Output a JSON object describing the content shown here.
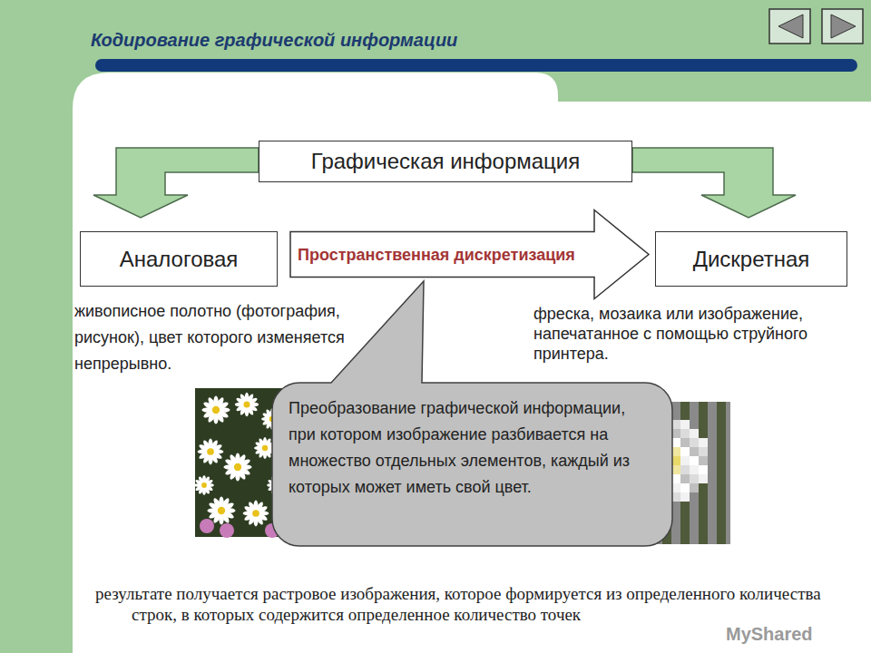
{
  "diagram": {
    "title": "Кодирование графической информации",
    "nodes": [
      {
        "text": [
          "Графическая информация"
        ]
      },
      {
        "text": [
          "Аналоговая"
        ]
      },
      {
        "text": [
          "Дискретная"
        ]
      },
      {
        "text": [
          "Преобразование графической информации, при котором изображение разбивается на множество отдельных элементов, каждый из которых может иметь свой цвет."
        ]
      }
    ],
    "edges": [
      {
        "from": 0,
        "to": 1,
        "arrow": "to"
      },
      {
        "from": 0,
        "to": 2,
        "arrow": "to"
      },
      {
        "from": 1,
        "to": 2,
        "arrow": "to",
        "label": "Пространственная дискретизация"
      }
    ],
    "labels": [
      "живописное полотно (фотография, рисунок), цвет которого изменяется непрерывно.",
      "фреска, мозаика или изображение, напечатанное с помощью струйного принтера.",
      "результате получается растровое изображения, которое формируется из определенного количества строк, в которых содержится определенное количество точек",
      "MyShared"
    ]
  }
}
